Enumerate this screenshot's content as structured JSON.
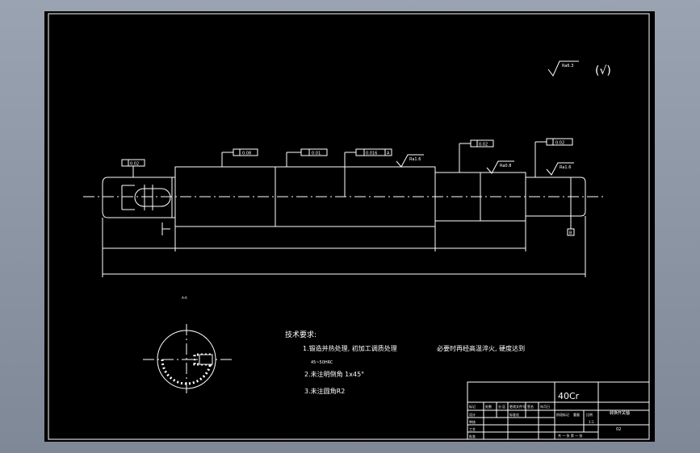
{
  "drawing": {
    "roughness_general": "Ra6.3",
    "roughness_general_paren": "(√)",
    "tolerances": {
      "left_end": "0.02",
      "body_1": "0.08",
      "body_2": "0.01",
      "body_3": "0.016",
      "body_3_datum": "A",
      "mid_step": "0.02",
      "right_end": "0.02"
    },
    "roughness": {
      "r1": "Ra1.6",
      "r2": "Ra0.8",
      "r3": "Ra1.6"
    },
    "section_label": "A-A",
    "datum_right": "B",
    "tech_req": {
      "title": "技术要求:",
      "line1a": "1.锻造并热处理, 初加工调质处理",
      "line1b": "必要时再经高温淬火, 硬度达到",
      "line1c": "45~50HRC",
      "line2": "2.未注明倒角 1x45°",
      "line3": "3.未注圆角R2"
    },
    "title_block": {
      "material": "40Cr",
      "part_name": "转换开关轴",
      "cells": [
        "标记",
        "处数",
        "分 区",
        "更改文件号",
        "签名",
        "年月日",
        "设计",
        "标准化",
        "审核",
        "工艺",
        "批准",
        "阶段标记",
        "重量",
        "比例",
        "1:1",
        "共 一 张 第 一 张",
        "02"
      ]
    }
  }
}
